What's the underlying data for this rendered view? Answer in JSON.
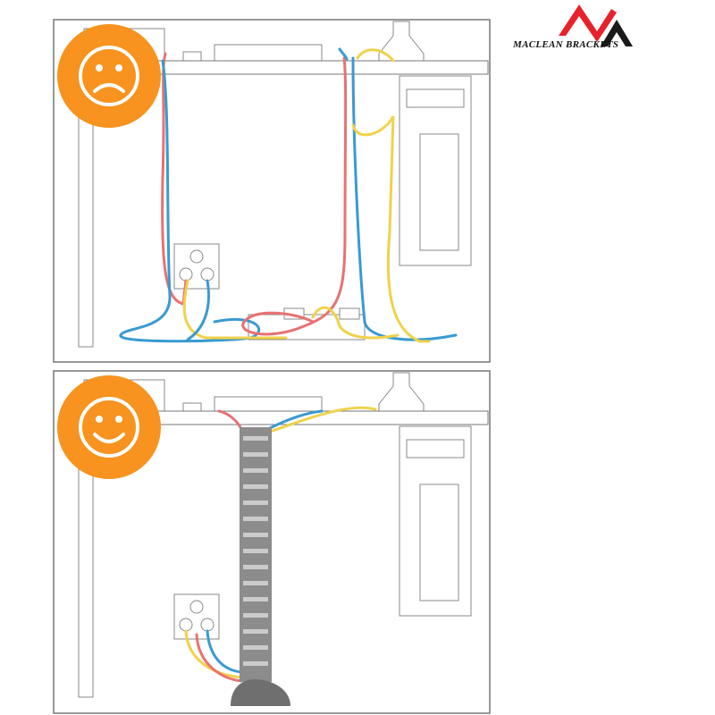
{
  "brand": {
    "name": "MACLEAN BRACKETS",
    "primary": "#e8222b",
    "secondary": "#1a1a1a"
  },
  "panels": [
    {
      "mood": "sad",
      "icon": "sad-face-icon"
    },
    {
      "mood": "happy",
      "icon": "happy-face-icon"
    }
  ],
  "colors": {
    "badge": "#f7931e",
    "cable_red": "#e87272",
    "cable_blue": "#3a9ad1",
    "cable_yellow": "#f0d24a",
    "organizer": "#8c8c8c",
    "line": "#888888"
  }
}
